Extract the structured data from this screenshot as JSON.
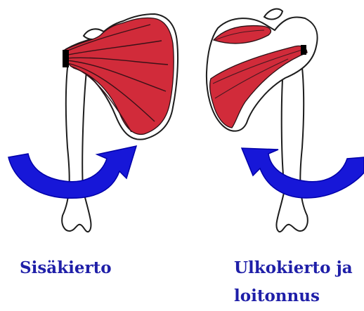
{
  "labels": {
    "internal_rotation": "Sisäkierto",
    "external_rotation_line1": "Ulkokierto ja",
    "external_rotation_line2": "loitonnus"
  },
  "colors": {
    "muscle": "#d12b3a",
    "muscle_line": "#2b1115",
    "bone_fill": "#ffffff",
    "bone_outline": "#1d1d1d",
    "arrow": "#1717d8",
    "label": "#1f1fa8"
  },
  "icons": {
    "left_arrow": "curved-arrow-right-icon",
    "right_arrow": "curved-arrow-left-icon"
  }
}
